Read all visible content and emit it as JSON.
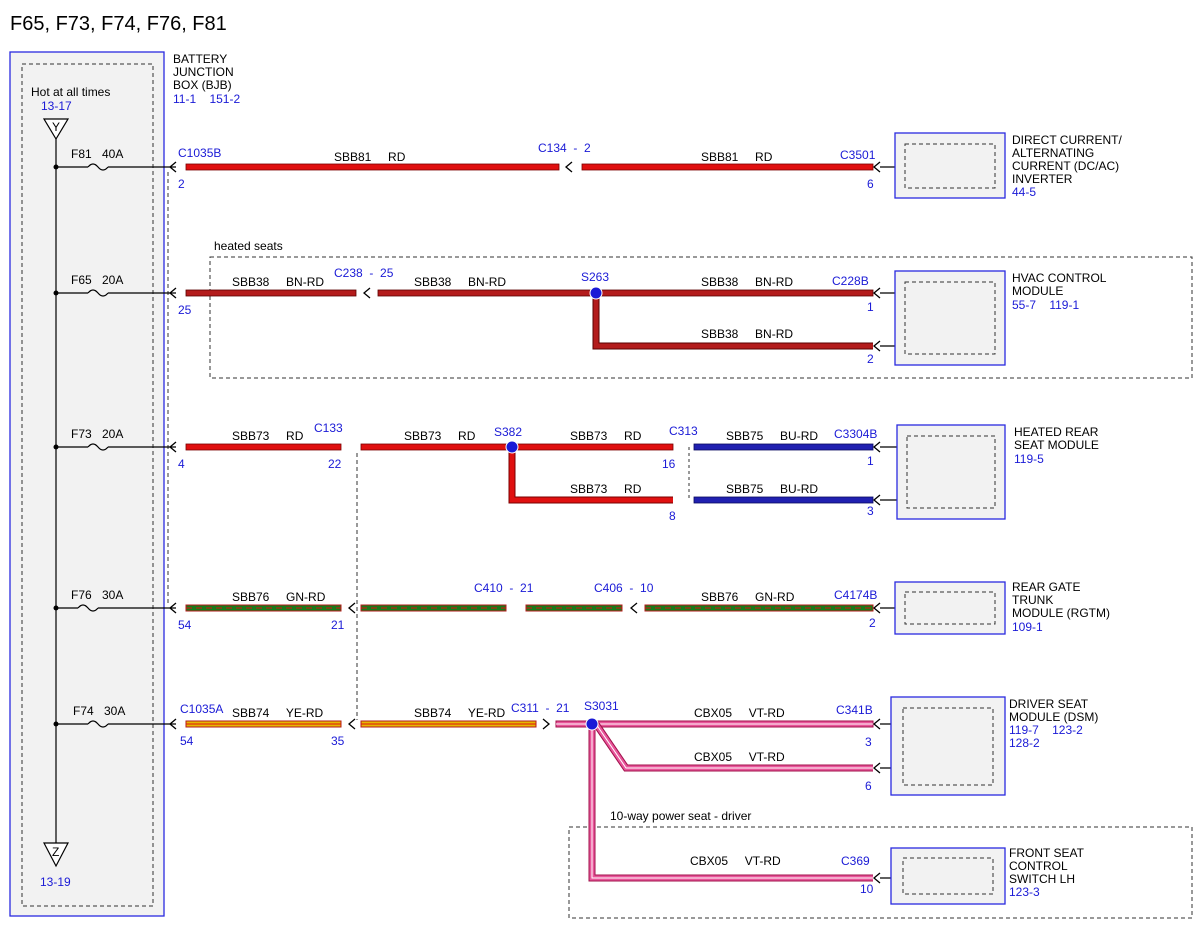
{
  "title": "F65, F73, F74, F76, F81",
  "colors": {
    "RD": "#e01010",
    "BN-RD": "#b31b1b",
    "BU-RD": "#2020b0",
    "GN-RD": "#1a7a1a",
    "YE-RD": "#e6b800",
    "VT-RD": "#e8559a",
    "ref": "#1a1ad6",
    "box": "#2a2ae0"
  },
  "bjb": {
    "name_lines": [
      "BATTERY",
      "JUNCTION",
      "BOX (BJB)"
    ],
    "refs": "11-1    151-2",
    "hot_label": "Hot at all times",
    "hot_ref": "13-17",
    "top_symbol": "Y",
    "bottom_symbol": "Z",
    "bottom_ref": "13-19"
  },
  "fuses": [
    {
      "id": "F81",
      "amps": "40A"
    },
    {
      "id": "F65",
      "amps": "20A"
    },
    {
      "id": "F73",
      "amps": "20A"
    },
    {
      "id": "F76",
      "amps": "30A"
    },
    {
      "id": "F74",
      "amps": "30A"
    }
  ],
  "groups": {
    "heated_seats": "heated seats",
    "power_seat": "10-way power seat - driver"
  },
  "connectors": {
    "c1035b": "C1035B",
    "c1035b_pin": "2",
    "c134": "C134  -  2",
    "c3501": "C3501",
    "c3501_pin": "6",
    "c238": "C238  -  25",
    "bjb_pin_f65": "25",
    "s263": "S263",
    "c228b": "C228B",
    "c228b_pin1": "1",
    "c228b_pin2": "2",
    "bjb_pin_f73": "4",
    "c133": "C133",
    "c133_pin": "22",
    "s382": "S382",
    "c313": "C313",
    "c313_pin1": "16",
    "c313_pin2": "8",
    "c3304b": "C3304B",
    "c3304b_pin1": "1",
    "c3304b_pin2": "3",
    "bjb_pin_f76": "54",
    "c76_pin": "21",
    "c410": "C410  -  21",
    "c406": "C406  -  10",
    "c4174b": "C4174B",
    "c4174b_pin": "2",
    "c1035a": "C1035A",
    "c1035a_pin": "54",
    "c74_pin": "35",
    "c311": "C311  -  21",
    "s3031": "S3031",
    "c341b": "C341B",
    "c341b_pin1": "3",
    "c341b_pin2": "6",
    "c369": "C369",
    "c369_pin": "10"
  },
  "wires": {
    "sbb81": "SBB81     RD",
    "sbb38": "SBB38     BN-RD",
    "sbb73": "SBB73     RD",
    "sbb75": "SBB75     BU-RD",
    "sbb76": "SBB76     GN-RD",
    "sbb74": "SBB74     YE-RD",
    "cbx05": "CBX05     VT-RD"
  },
  "modules": {
    "dcac": {
      "lines": [
        "DIRECT CURRENT/",
        "ALTERNATING",
        "CURRENT (DC/AC)",
        "INVERTER"
      ],
      "refs": "44-5"
    },
    "hvac": {
      "lines": [
        "HVAC CONTROL",
        "MODULE"
      ],
      "refs": "55-7    119-1"
    },
    "hrsm": {
      "lines": [
        "HEATED REAR",
        "SEAT MODULE"
      ],
      "refs": "119-5"
    },
    "rgtm": {
      "lines": [
        "REAR GATE",
        "TRUNK",
        "MODULE (RGTM)"
      ],
      "refs": "109-1"
    },
    "dsm": {
      "lines": [
        "DRIVER SEAT",
        "MODULE (DSM)"
      ],
      "refs": "119-7    123-2",
      "refs2": "128-2"
    },
    "fscs": {
      "lines": [
        "FRONT SEAT",
        "CONTROL",
        "SWITCH LH"
      ],
      "refs": "123-3"
    }
  }
}
